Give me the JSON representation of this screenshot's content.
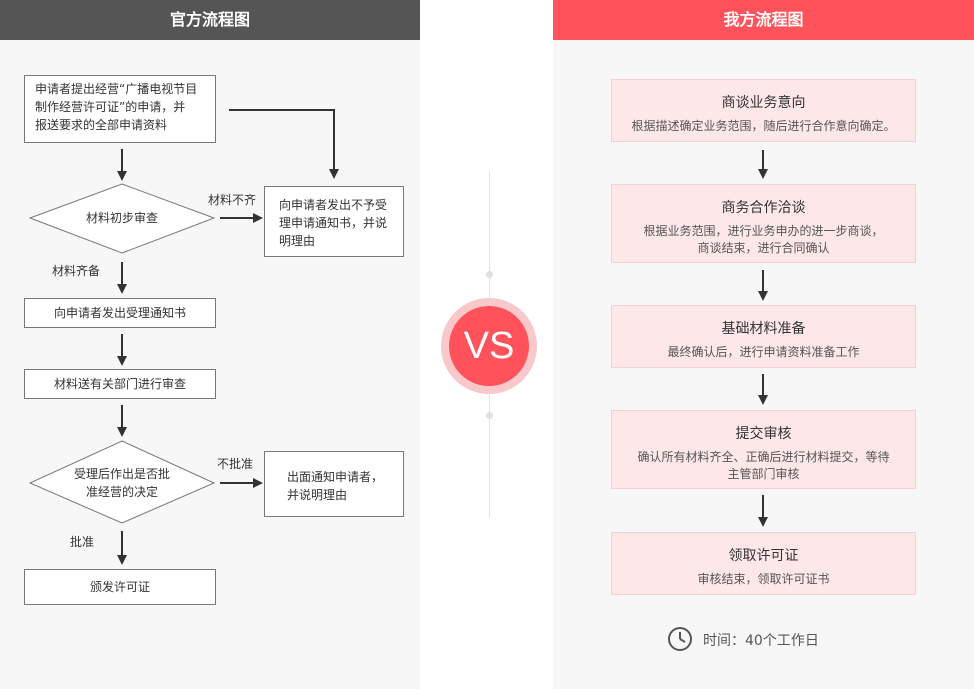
{
  "left": {
    "title": "官方流程图",
    "step1": [
      "申请者提出经营“广播电视节目",
      "制作经营许可证”的申请，并",
      "报送要求的全部申请资料"
    ],
    "decision1": "材料初步审查",
    "reject1": [
      "向申请者发出不予受",
      "理申请通知书，并说",
      "明理由"
    ],
    "label_incomplete": "材料不齐",
    "label_complete": "材料齐备",
    "step2": "向申请者发出受理通知书",
    "step3": "材料送有关部门进行审查",
    "decision2": [
      "受理后作出是否批",
      "准经营的决定"
    ],
    "reject2": [
      "出面通知申请者，",
      "并说明理由"
    ],
    "label_reject": "不批准",
    "label_approve": "批准",
    "step4": "颁发许可证"
  },
  "vs_label": "VS",
  "right": {
    "title": "我方流程图",
    "steps": [
      {
        "title": "商谈业务意向",
        "desc": [
          "根据描述确定业务范围，随后进行合作意向确定。"
        ]
      },
      {
        "title": "商务合作洽谈",
        "desc": [
          "根据业务范围，进行业务申办的进一步商谈，",
          "商谈结束，进行合同确认"
        ]
      },
      {
        "title": "基础材料准备",
        "desc": [
          "最终确认后，进行申请资料准备工作"
        ]
      },
      {
        "title": "提交审核",
        "desc": [
          "确认所有材料齐全、正确后进行材料提交，等待",
          "主管部门审核"
        ]
      },
      {
        "title": "领取许可证",
        "desc": [
          "审核结束，领取许可证书"
        ]
      }
    ],
    "time_text": "时间：40个工作日"
  },
  "colors": {
    "accent": "#ff525b",
    "dark_header": "#555555",
    "step_bg": "#fde7e9"
  },
  "icons": {
    "time": "clock-icon"
  }
}
